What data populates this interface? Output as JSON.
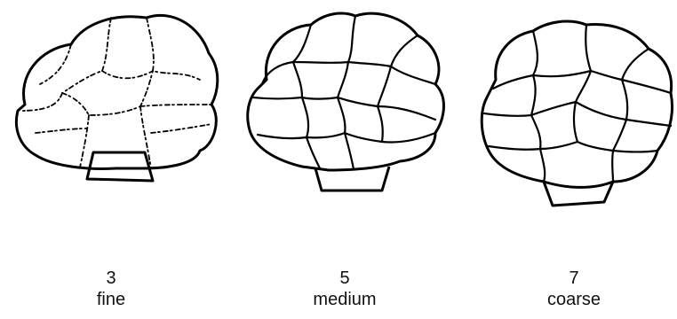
{
  "labels": [
    {
      "number": "3",
      "text": "fine"
    },
    {
      "number": "5",
      "text": "medium"
    },
    {
      "number": "7",
      "text": "coarse"
    }
  ]
}
